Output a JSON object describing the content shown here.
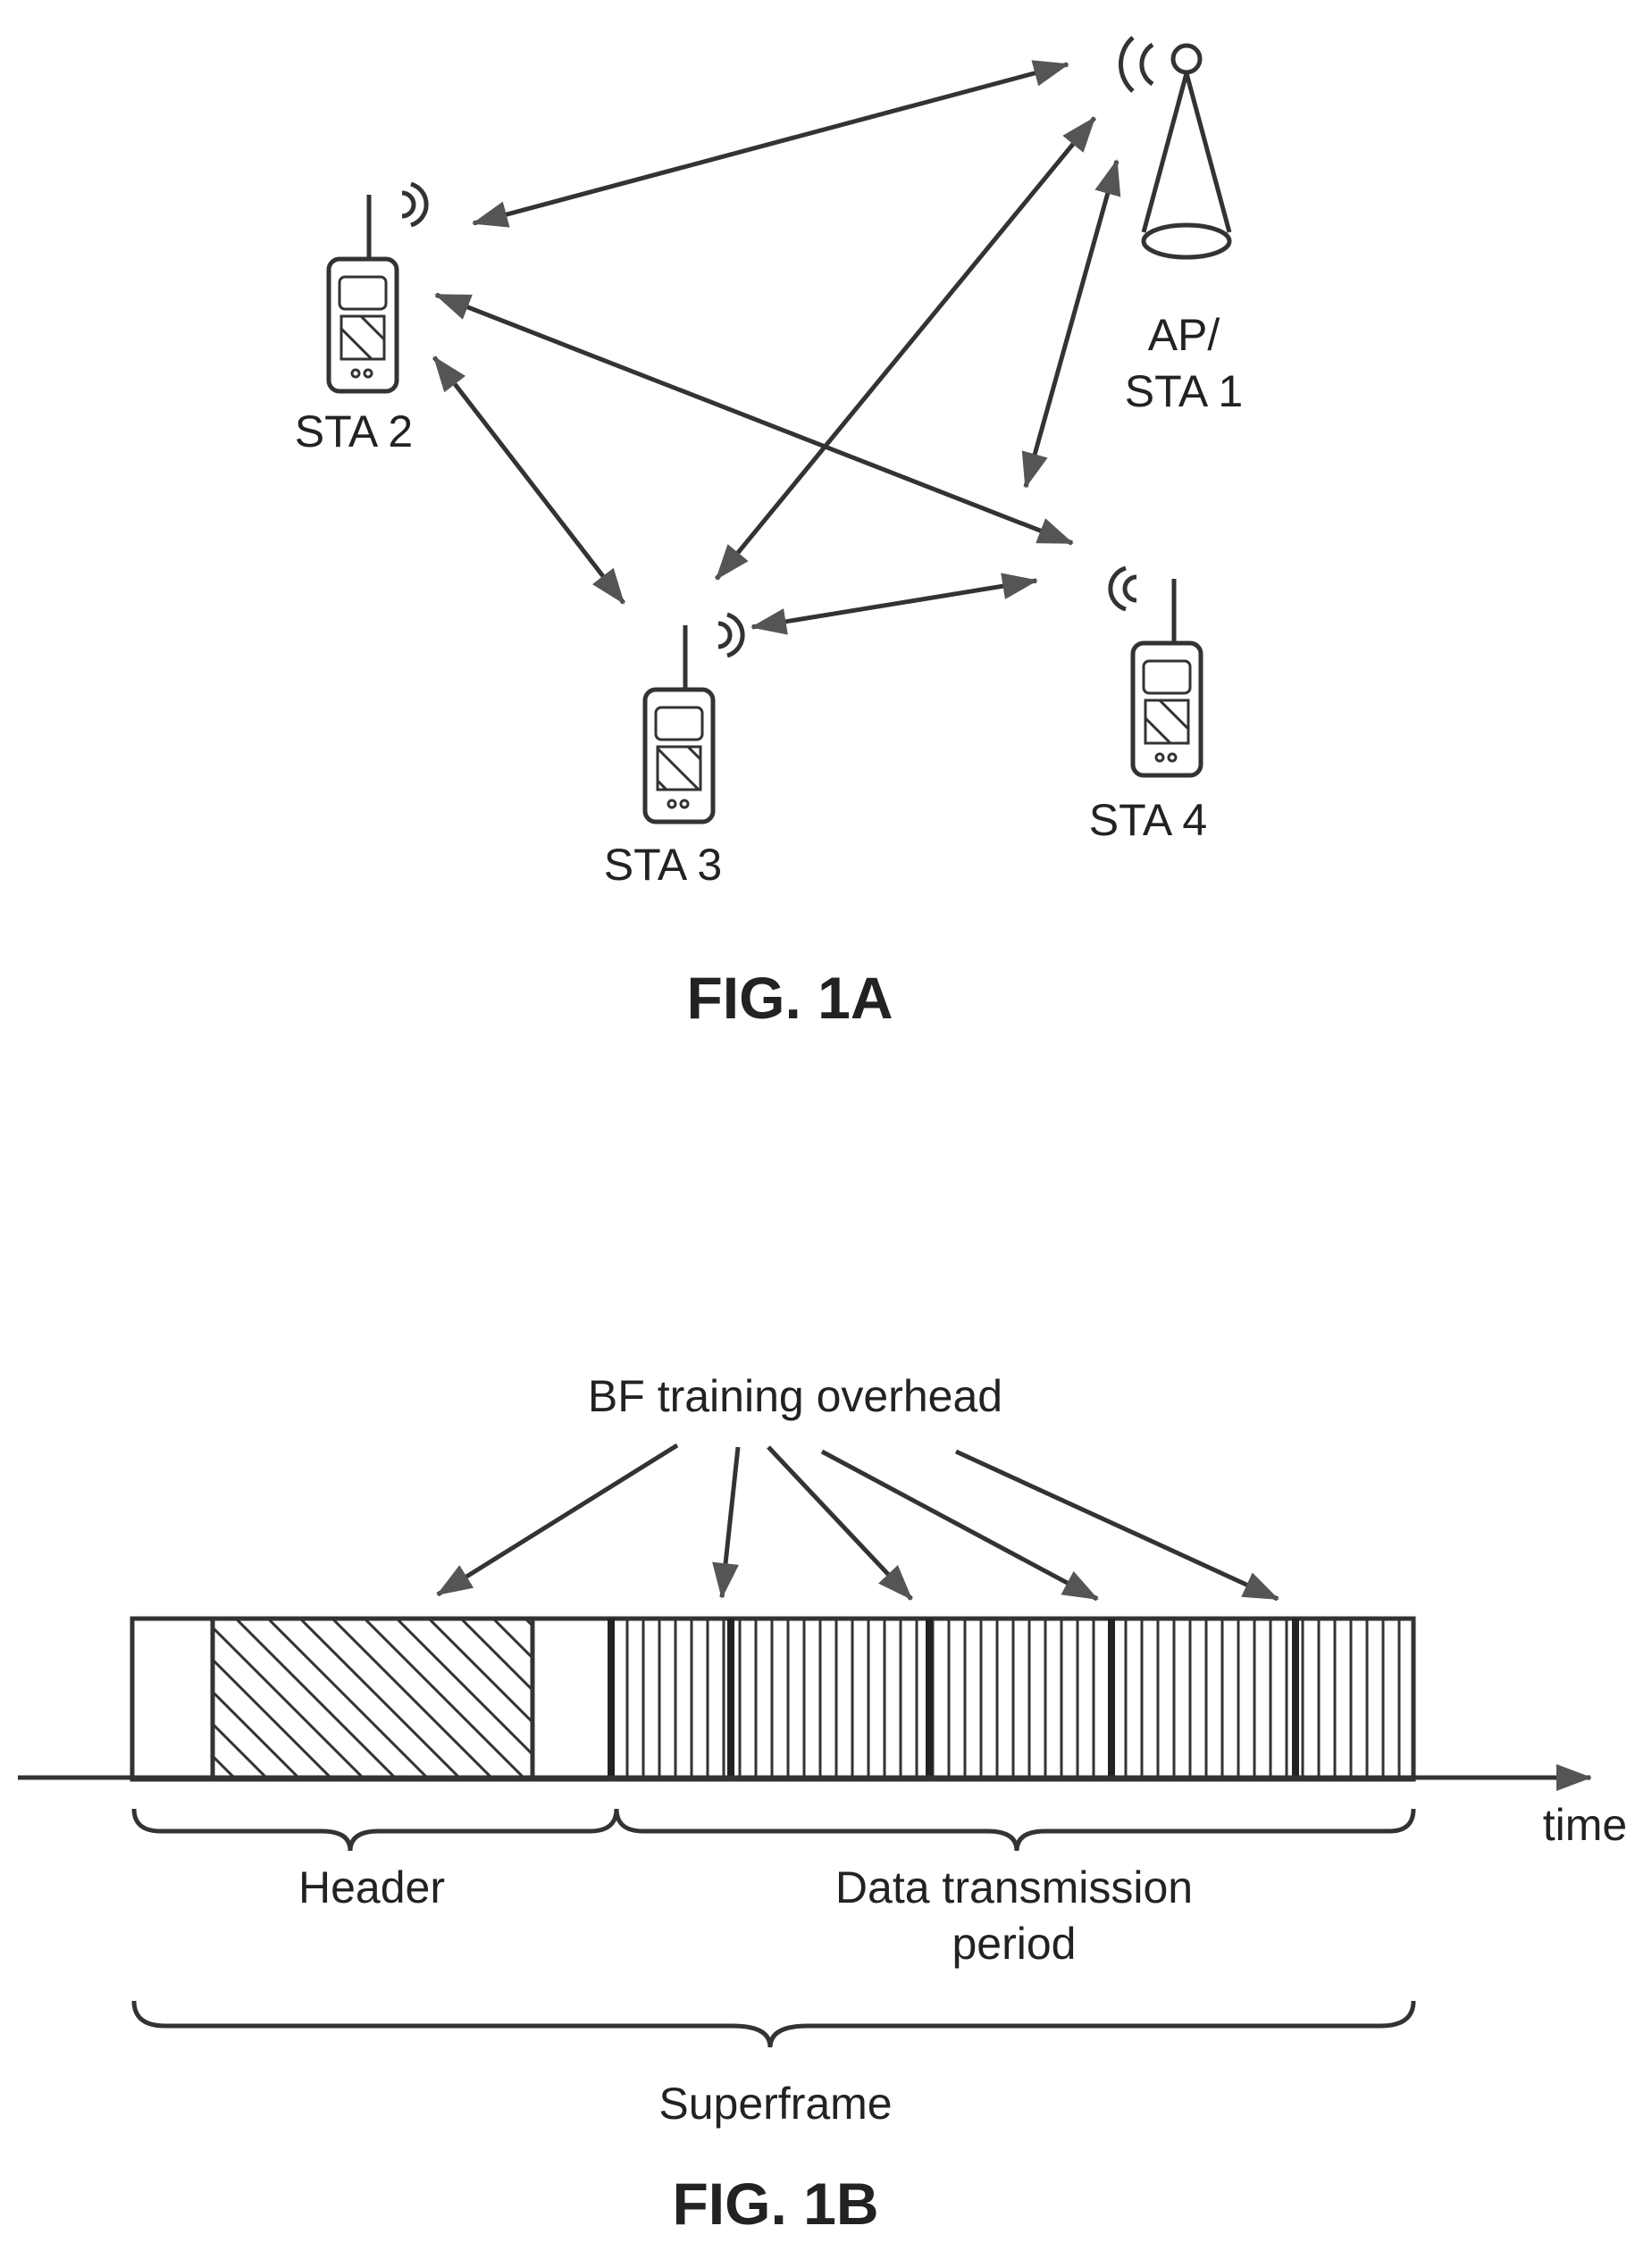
{
  "fig1a": {
    "caption": "FIG. 1A",
    "nodes": {
      "ap_line1": "AP/",
      "ap_line2": "STA 1",
      "sta2": "STA 2",
      "sta3": "STA 3",
      "sta4": "STA 4"
    }
  },
  "fig1b": {
    "caption": "FIG. 1B",
    "annotation": "BF training overhead",
    "axis_label": "time",
    "header_label": "Header",
    "data_label_line1": "Data transmission",
    "data_label_line2": "period",
    "superframe_label": "Superframe"
  }
}
